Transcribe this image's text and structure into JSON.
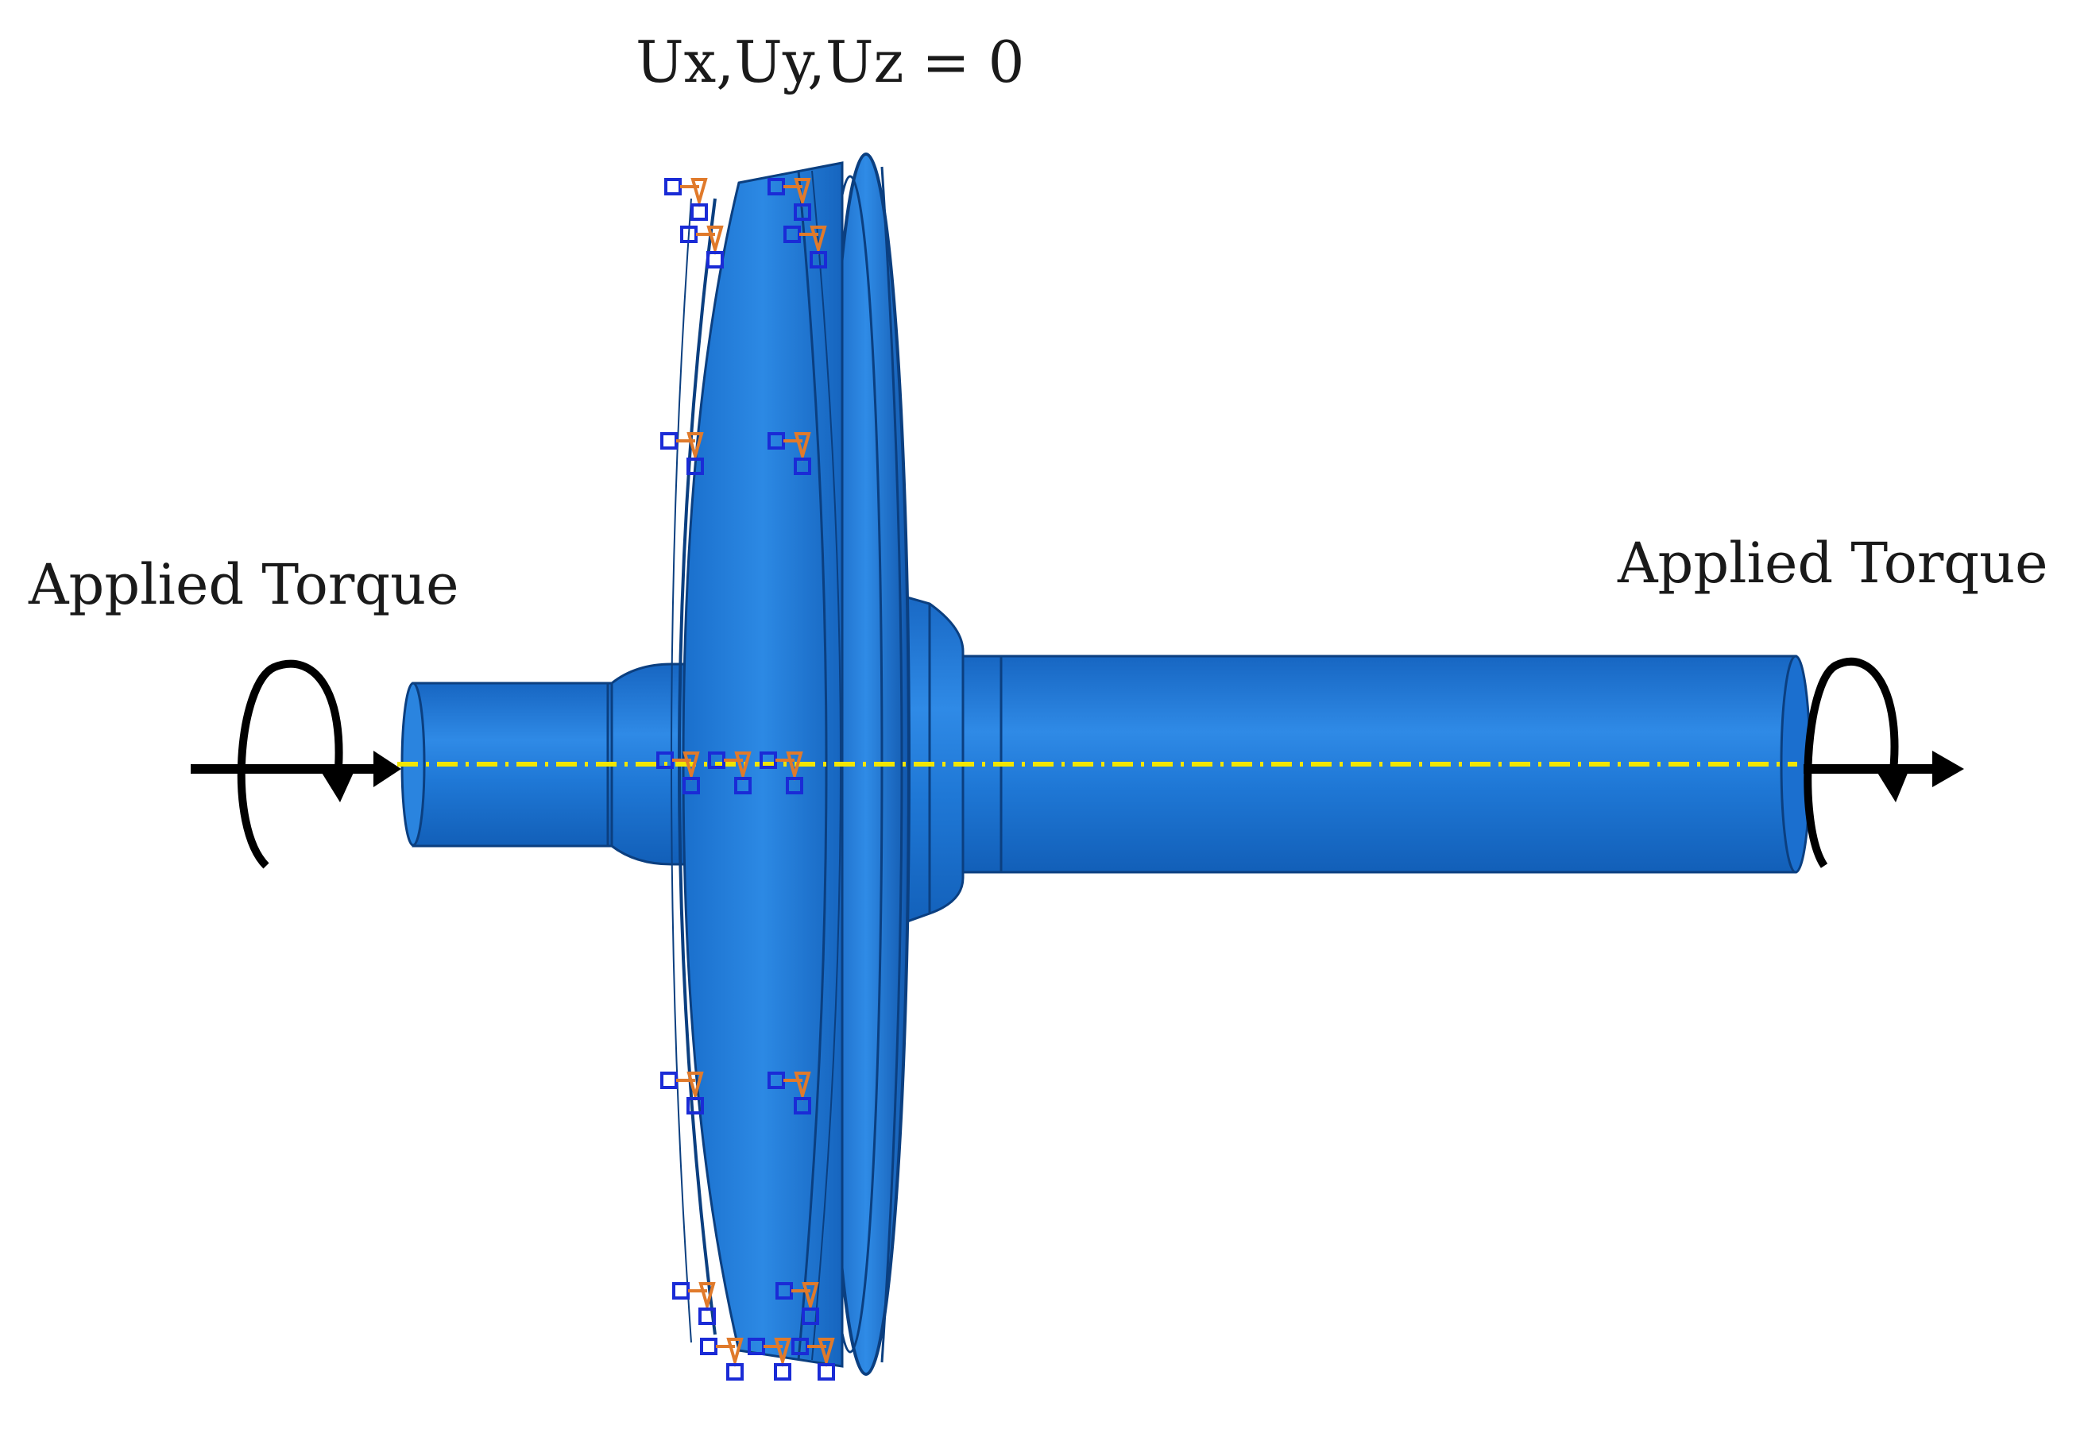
{
  "labels": {
    "boundary_condition": "Ux,Uy,Uz = 0",
    "torque_left": "Applied Torque",
    "torque_right": "Applied Torque"
  },
  "colors": {
    "part_blue": "#1f78d6",
    "part_dark": "#0b4f9e",
    "part_light": "#3d95ea",
    "axis_line": "#e8e200",
    "arrow": "#000000",
    "constraint_orange": "#e07a2b",
    "constraint_blue": "#1a2bd6"
  },
  "icons": {
    "torque": "curved-arrow-icon",
    "constraint": "fixed-support-icon"
  }
}
